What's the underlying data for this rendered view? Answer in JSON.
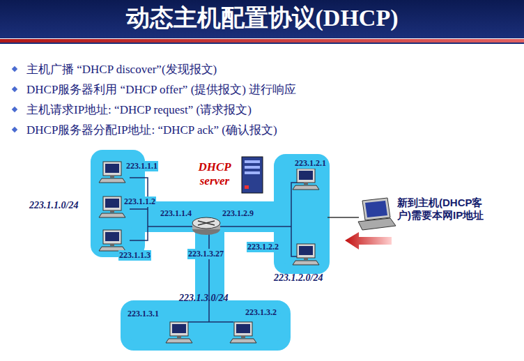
{
  "diagram": {
    "title": "动态主机配置协议(DHCP)",
    "labels": [
      "主机广播 “DHCP discover”(发现报文)",
      "DHCP服务器利用 “DHCP offer” (提供报文) 进行响应",
      "主机请求IP地址: “DHCP request” (请求报文)",
      "DHCP服务器分配IP地址: “DHCP ack” (确认报文)",
      "223.1.1.1",
      "223.1.1.2",
      "223.1.1.3",
      "223.1.1.4",
      "223.1.2.9",
      "223.1.3.27",
      "223.1.2.1",
      "223.1.2.2",
      "223.1.3.1",
      "223.1.3.2",
      "223.1.1.0/24",
      "223.1.2.0/24",
      "223.1.3.0/24",
      "DHCP server",
      "新到主机(DHCP客户)需要本网IP地址"
    ]
  }
}
